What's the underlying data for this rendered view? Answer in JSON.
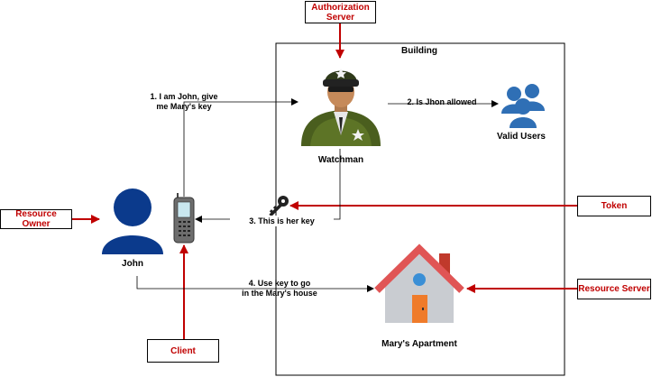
{
  "building": {
    "title": "Building"
  },
  "boxes": {
    "authorization_server": "Authorization\nServer",
    "resource_owner": "Resource Owner",
    "token": "Token",
    "resource_server": "Resource Server",
    "client": "Client"
  },
  "actors": {
    "watchman": "Watchman",
    "valid_users": "Valid Users",
    "john": "John",
    "apartment": "Mary's Apartment"
  },
  "steps": {
    "step1": "1. I am John, give\nme Mary's key",
    "step2": "2. Is Jhon allowed",
    "step3": "3. This is her key",
    "step4": "4. Use key to go\nin the Mary's house"
  },
  "colors": {
    "accent_red": "#c00000",
    "user_blue": "#0b3a8c",
    "users_group_blue": "#2f6fb5",
    "roof_red": "#e05555"
  }
}
